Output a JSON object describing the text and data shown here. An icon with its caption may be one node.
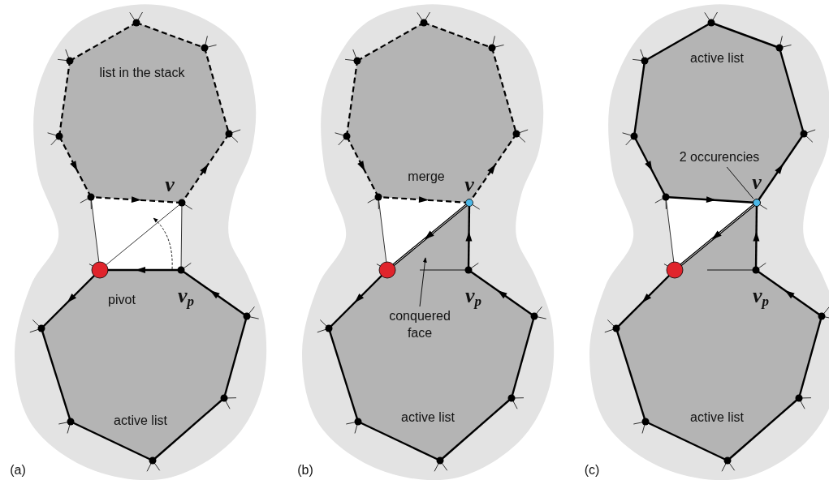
{
  "diagram": {
    "nodes": [
      {
        "text": [
          "conquered face"
        ]
      },
      {
        "text": [
          "2 occurencies"
        ]
      },
      {
        "text": [],
        "shape": "circle"
      }
    ],
    "edges": [
      {
        "from": 0,
        "to": null,
        "arrow": "to"
      },
      {
        "from": 1,
        "to": 2,
        "arrow": "none"
      }
    ],
    "labels": [
      "list in the stack",
      "v",
      "pivot",
      "v$_{p}$",
      "active list",
      "(a)",
      "merge",
      "v",
      "v$_{p}$",
      "active list",
      "(b)",
      "active list",
      "v",
      "v$_{p}$",
      "active list",
      "(c)"
    ]
  }
}
